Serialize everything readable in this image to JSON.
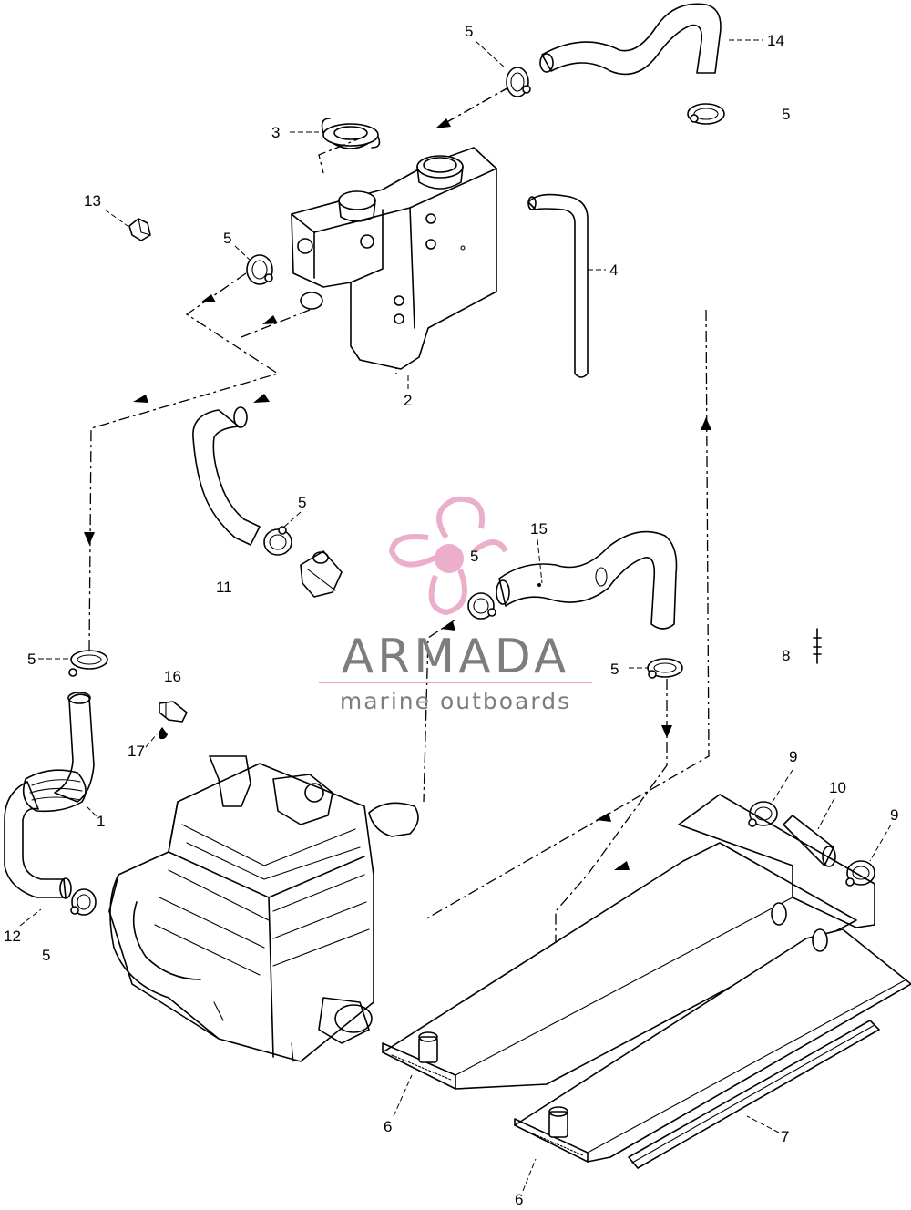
{
  "callouts": {
    "c1": "1",
    "c2": "2",
    "c3": "3",
    "c4": "4",
    "c5a": "5",
    "c5b": "5",
    "c5c": "5",
    "c5d": "5",
    "c5e": "5",
    "c5f": "5",
    "c5g": "5",
    "c5h": "5",
    "c6a": "6",
    "c6b": "6",
    "c7": "7",
    "c8": "8",
    "c9a": "9",
    "c9b": "9",
    "c10": "10",
    "c11": "11",
    "c12": "12",
    "c13": "13",
    "c14": "14",
    "c15": "15",
    "c16": "16",
    "c17": "17"
  },
  "watermark": {
    "brand": "ARMADA",
    "tagline": "marine outboards",
    "accent_color": "#e9a6c6",
    "text_color": "#7d7d7d"
  }
}
